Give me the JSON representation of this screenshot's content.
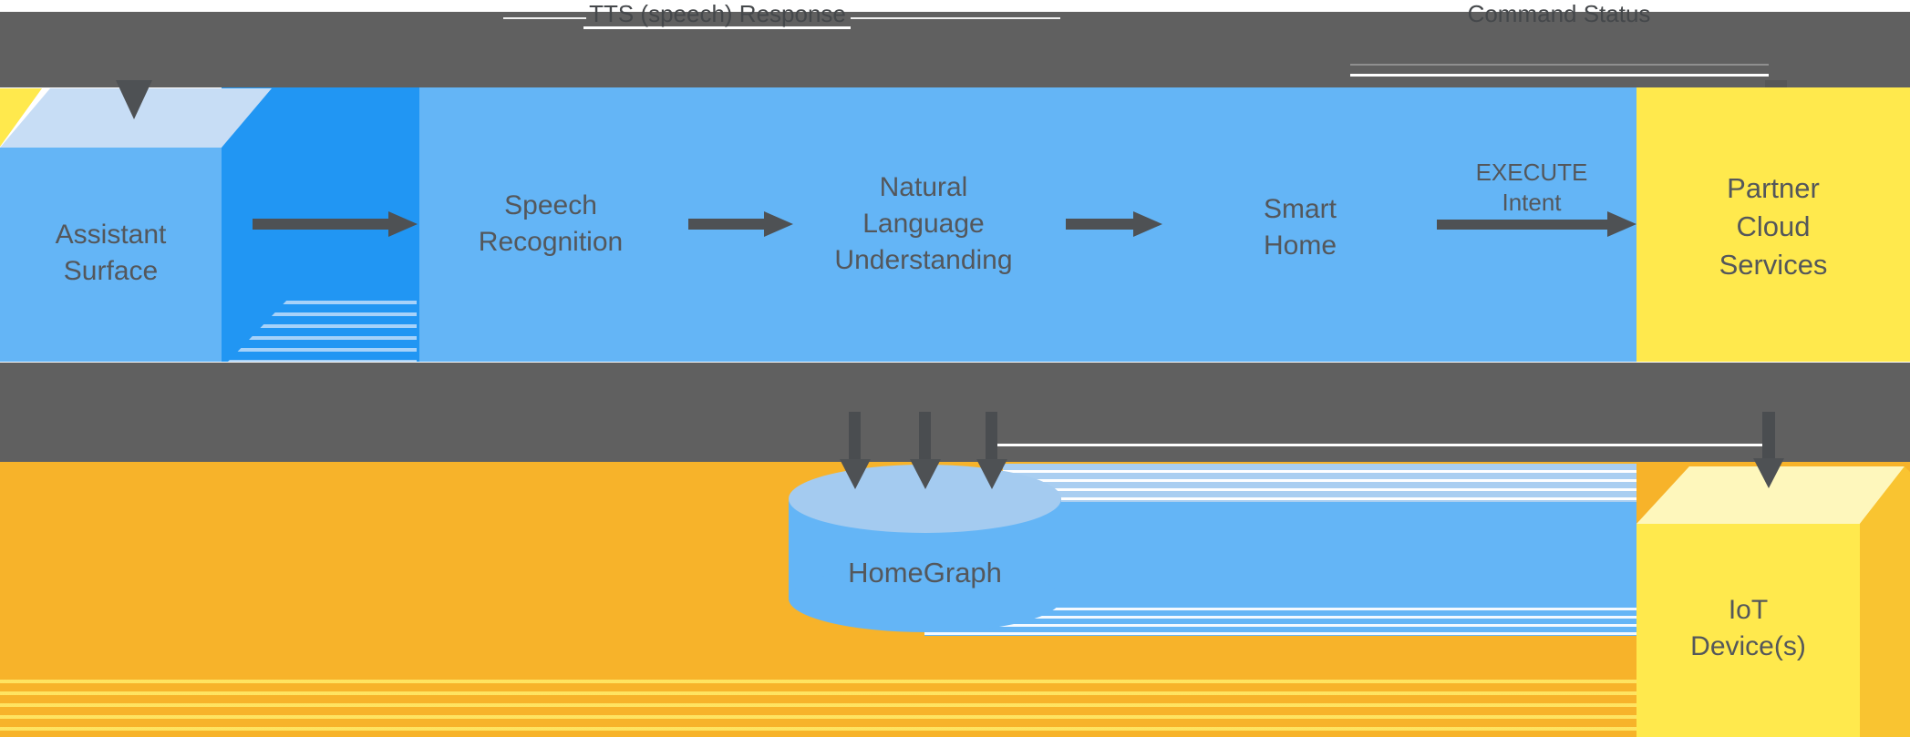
{
  "labels": {
    "tts_response": "TTS (speech) Response",
    "command_status": "Command Status",
    "execute_intent": [
      "EXECUTE",
      "Intent"
    ]
  },
  "nodes": {
    "assistant_surface": {
      "lines": [
        "Assistant",
        "Surface"
      ]
    },
    "speech_recognition": {
      "lines": [
        "Speech",
        "Recognition"
      ]
    },
    "nlu": {
      "lines": [
        "Natural",
        "Language",
        "Understanding"
      ]
    },
    "smart_home": {
      "lines": [
        "Smart",
        "Home"
      ]
    },
    "partner_cloud": {
      "lines": [
        "Partner",
        "Cloud",
        "Services"
      ]
    },
    "homegraph": {
      "label": "HomeGraph"
    },
    "iot_devices": {
      "lines": [
        "IoT",
        "Device(s)"
      ]
    }
  },
  "colors": {
    "band-gray": "#606060",
    "blue": "#64B5F6",
    "blue-dark": "#2196F3",
    "blue-pale": "#C7DDF5",
    "cyl-top": "#A4CBF0",
    "yellow": "#FFE94D",
    "yellow-pale": "#FEF7BC",
    "gold": "#F9C431",
    "amber": "#F7B32A",
    "ink": "#54575B",
    "arrow": "#4E5154"
  }
}
